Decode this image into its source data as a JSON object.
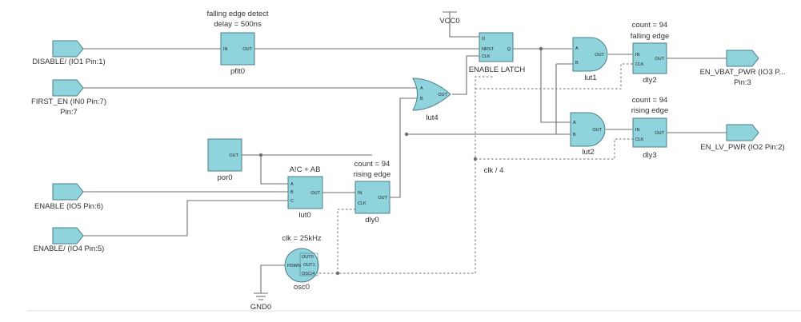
{
  "colors": {
    "block_fill": "#8fd3dd",
    "block_stroke": "#4d7f89",
    "wire": "#6f6f6f",
    "text": "#333333"
  },
  "ports": {
    "disable": "DISABLE/ (IO1 Pin:1)",
    "first_en_line1": "FIRST_EN (IN0 Pin:7)",
    "first_en_line2": "Pin:7",
    "enable": "ENABLE (IO5 Pin:6)",
    "enable_n": "ENABLE/ (IO4 Pin:5)",
    "en_vbat_line1": "EN_VBAT_PWR (IO3 P...",
    "en_vbat_line2": "Pin:3",
    "en_lv": "EN_LV_PWR (IO2 Pin:2)"
  },
  "power": {
    "vcc": "VCC0",
    "gnd": "GND0"
  },
  "blocks": {
    "pflt0": {
      "name": "pflt0",
      "note1": "falling edge detect",
      "note2": "delay = 500ns",
      "pin_in": "IN",
      "pin_out": "OUT"
    },
    "latch": {
      "name": "ENABLE LATCH",
      "pin_d": "D",
      "pin_nrst": "NRST",
      "pin_clk": "CLK",
      "pin_q": "Q"
    },
    "lut4": {
      "name": "lut4",
      "pin_a": "A",
      "pin_b": "B",
      "pin_out": "OUT"
    },
    "lut1": {
      "name": "lut1",
      "pin_a": "A",
      "pin_b": "B",
      "pin_out": "OUT"
    },
    "lut2": {
      "name": "lut2",
      "pin_a": "A",
      "pin_b": "B",
      "pin_out": "OUT"
    },
    "dly2": {
      "name": "dly2",
      "note1": "count = 94",
      "note2": "falling edge",
      "pin_in": "IN",
      "pin_clk": "CLK",
      "pin_out": "OUT"
    },
    "dly3": {
      "name": "dly3",
      "note1": "count = 94",
      "note2": "rising edge",
      "pin_in": "IN",
      "pin_clk": "CLK",
      "pin_out": "OUT"
    },
    "por0": {
      "name": "por0",
      "pin_out": "OUT"
    },
    "lut0": {
      "name": "lut0",
      "note1": "A!C + AB",
      "pin_a": "A",
      "pin_b": "B",
      "pin_c": "C",
      "pin_out": "OUT"
    },
    "dly0": {
      "name": "dly0",
      "note1": "count = 94",
      "note2": "rising edge",
      "pin_in": "IN",
      "pin_clk": "CLK",
      "pin_out": "OUT"
    },
    "osc0": {
      "name": "osc0",
      "note1": "clk = 25kHz",
      "pin_pdwn": "PDWN",
      "pin_out0": "OUT0",
      "pin_out1": "OUT1",
      "pin_osc": "OSC/4"
    }
  },
  "annotations": {
    "clk_div": "clk / 4"
  }
}
